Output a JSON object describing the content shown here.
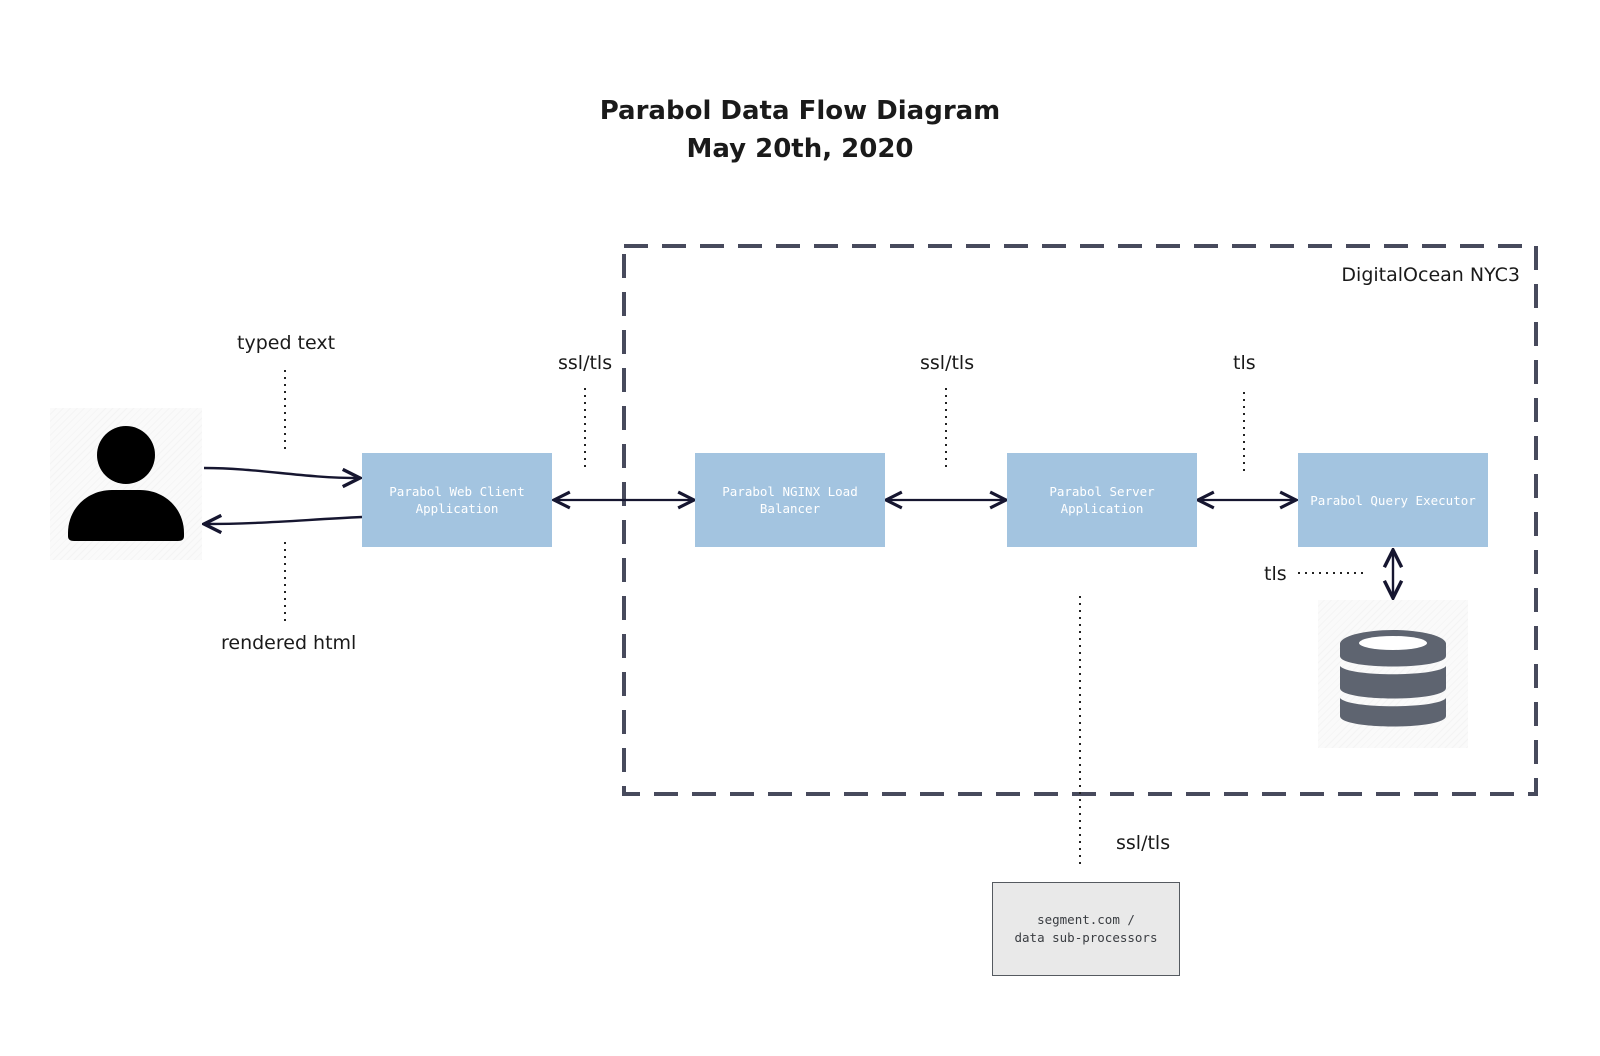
{
  "title": {
    "line1": "Parabol Data Flow Diagram",
    "line2": "May 20th, 2020"
  },
  "region": {
    "label": "DigitalOcean NYC3"
  },
  "labels": {
    "typed_text": "typed text",
    "rendered_html": "rendered html",
    "client_to_lb": "ssl/tls",
    "lb_to_server": "ssl/tls",
    "server_to_executor": "tls",
    "executor_to_db": "tls",
    "server_to_segment": "ssl/tls"
  },
  "nodes": {
    "web_client": "Parabol Web Client Application",
    "nginx_lb": "Parabol NGINX Load Balancer",
    "server_app": "Parabol Server Application",
    "query_executor": "Parabol Query Executor",
    "segment": "segment.com /\ndata sub-processors"
  },
  "icons": {
    "user": "user-icon",
    "database": "database-icon"
  },
  "colors": {
    "node_fill": "#a3c4e0",
    "region_border": "#474a5c",
    "database": "#5e6470",
    "arrow": "#161630"
  }
}
